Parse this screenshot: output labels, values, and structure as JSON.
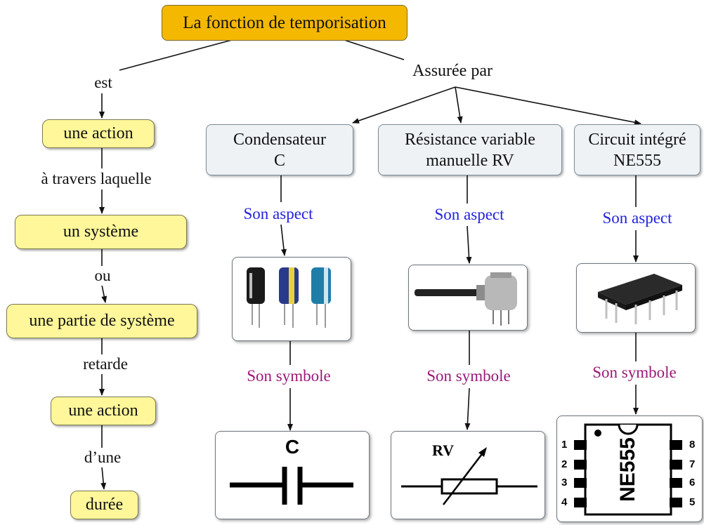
{
  "root": "La fonction de temporisation",
  "left_chain": {
    "edge_est": "est",
    "action1": "une action",
    "edge_travers": "à travers laquelle",
    "systeme": "un système",
    "edge_ou": "ou",
    "partie": "une partie de système",
    "edge_retarde": "retarde",
    "action2": "une action",
    "edge_dune": "d’une",
    "duree": "durée"
  },
  "assured_by": "Assurée par",
  "components": [
    {
      "title_line1": "Condensateur",
      "title_line2": "C",
      "aspect_label": "Son aspect",
      "symbol_label": "Son symbole",
      "symbol_text": "C"
    },
    {
      "title_line1": "Résistance variable",
      "title_line2": "manuelle RV",
      "aspect_label": "Son aspect",
      "symbol_label": "Son symbole",
      "symbol_text": "RV"
    },
    {
      "title_line1": "Circuit intégré",
      "title_line2": "NE555",
      "aspect_label": "Son aspect",
      "symbol_label": "Son symbole",
      "symbol_text": "NE555",
      "pins_left": [
        "1",
        "2",
        "3",
        "4"
      ],
      "pins_right": [
        "8",
        "7",
        "6",
        "5"
      ]
    }
  ],
  "colors": {
    "root_fill": "#f5b800",
    "chain_fill": "#fff79a",
    "component_fill": "#eef2f5",
    "aspect_text": "#2222dd",
    "symbole_text": "#9a1a78"
  }
}
